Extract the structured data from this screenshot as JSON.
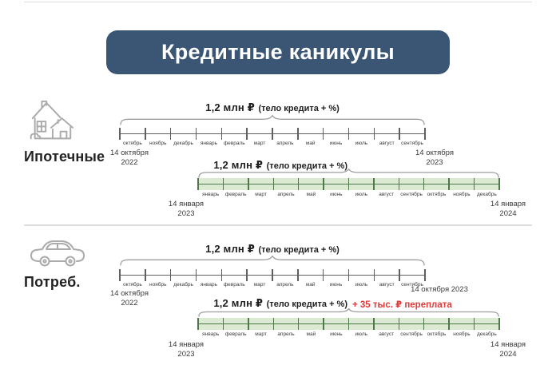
{
  "title": "Кредитные каникулы",
  "colors": {
    "header_bg": "#3a5674",
    "green_band": "#dcead3",
    "green_line": "#4e7a46",
    "alert_red": "#e03a3a"
  },
  "sections": [
    {
      "label": "Ипотечные",
      "icon": "house-icon",
      "timelines": [
        {
          "variant": "plain",
          "amount": "1,2 млн ₽",
          "amount_suffix": "(тело кредита + %)",
          "start_date_line1": "14 октября",
          "start_date_line2": "2022",
          "end_date_line1": "14 октября",
          "end_date_line2": "2023",
          "months": [
            "октябрь",
            "ноябрь",
            "декабрь",
            "январь",
            "февраль",
            "март",
            "апрель",
            "май",
            "июнь",
            "июль",
            "август",
            "сентябрь"
          ]
        },
        {
          "variant": "green",
          "amount": "1,2 млн ₽",
          "amount_suffix": "(тело кредита + %)",
          "start_date_line1": "14 января",
          "start_date_line2": "2023",
          "end_date_line1": "14 января",
          "end_date_line2": "2024",
          "months": [
            "январь",
            "февраль",
            "март",
            "апрель",
            "май",
            "июнь",
            "июль",
            "август",
            "сентябрь",
            "октябрь",
            "ноябрь",
            "декабрь"
          ]
        }
      ]
    },
    {
      "label": "Потреб.",
      "icon": "car-icon",
      "timelines": [
        {
          "variant": "plain",
          "amount": "1,2 млн ₽",
          "amount_suffix": "(тело кредита + %)",
          "start_date_line1": "14 октября",
          "start_date_line2": "2022",
          "end_date_line1": "14 октября 2023",
          "end_date_line2": "",
          "months": [
            "октябрь",
            "ноябрь",
            "декабрь",
            "январь",
            "февраль",
            "март",
            "апрель",
            "май",
            "июнь",
            "июль",
            "август",
            "сентябрь"
          ]
        },
        {
          "variant": "green",
          "amount": "1,2 млн ₽",
          "amount_suffix": "(тело кредита + %)",
          "overpayment": "+ 35 тыс. ₽ переплата",
          "start_date_line1": "14 января",
          "start_date_line2": "2023",
          "end_date_line1": "14 января",
          "end_date_line2": "2024",
          "months": [
            "январь",
            "февраль",
            "март",
            "апрель",
            "май",
            "июнь",
            "июль",
            "август",
            "сентябрь",
            "октябрь",
            "ноябрь",
            "декабрь"
          ]
        }
      ]
    }
  ]
}
